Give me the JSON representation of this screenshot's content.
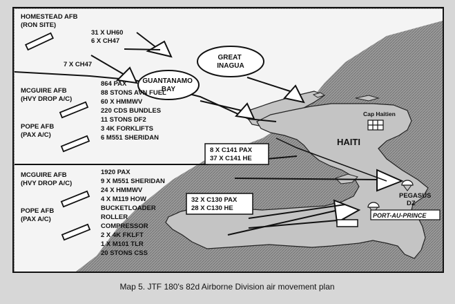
{
  "origins": {
    "homestead": [
      "HOMESTEAD AFB",
      "(RON SITE)"
    ],
    "mcguire_1": [
      "MCGUIRE AFB",
      "(HVY DROP A/C)"
    ],
    "pope_1": [
      "POPE AFB",
      "(PAX A/C)"
    ],
    "mcguire_2": [
      "MCGUIRE AFB",
      "(HVY DROP A/C)"
    ],
    "pope_2": [
      "POPE AFB",
      "(PAX A/C)"
    ]
  },
  "helo_lift": {
    "uh60": "31 X UH60",
    "ch47_a": "6 X CH47",
    "ch47_b": "7 X CH47"
  },
  "places": {
    "great_inagua": [
      "GREAT",
      "INAGUA"
    ],
    "guantanamo": [
      "GUANTANAMO",
      "BAY"
    ],
    "haiti": "HAITI",
    "cap_haitien": "Cap Haitien",
    "pegasus": [
      "PEGASUS",
      "DZ"
    ],
    "port_au_prince": "PORT-AU-PRINCE"
  },
  "loads": {
    "wave_1": [
      "864 PAX",
      "88 STONS AVN FUEL",
      "60 X HMMWV",
      "220 CDS BUNDLES",
      "11 STONS DF2",
      "3 4K FORKLIFTS",
      "6 M551 SHERIDAN"
    ],
    "wave_2": [
      "1920 PAX",
      "9 X M551 SHERIDAN",
      "24 X HMMWV",
      "4 X M119 HOW",
      "BUCKETLOADER",
      "ROLLER",
      "COMPRESSOR",
      "2 X 4K FKLFT",
      "1 X M101 TLR",
      "20 STONS CSS"
    ]
  },
  "aircraft": {
    "c141": [
      "8 X C141 PAX",
      "37 X C141 HE"
    ],
    "c130": [
      "32 X C130 PAX",
      "28 X C130 HE"
    ]
  },
  "caption": "Map 5. JTF 180's 82d Airborne Division air movement plan"
}
